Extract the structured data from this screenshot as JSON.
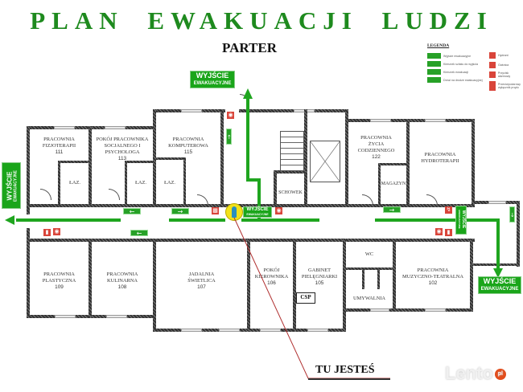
{
  "header": {
    "title": "PLAN EWAKUACJI LUDZI",
    "floor": "PARTER"
  },
  "legend": {
    "heading": "LEGENDA",
    "items": [
      {
        "icon": "exit-sign-icon",
        "label": "Wyjście ewakuacyjne",
        "color": "#27a127"
      },
      {
        "icon": "exit-direction-icon",
        "label": "Kierunek szlaku do wyjścia",
        "color": "#27a127"
      },
      {
        "icon": "evacuation-direction-icon",
        "label": "Kierunek ewakuacji",
        "color": "#27a127"
      },
      {
        "icon": "evacuation-door-icon",
        "label": "Drzwi na drodze ewakuacyjnej",
        "color": "#27a127"
      },
      {
        "icon": "hydrant-icon",
        "label": "Hydrant",
        "color": "#d9453a"
      },
      {
        "icon": "fire-extinguisher-icon",
        "label": "Gaśnica",
        "color": "#d9453a"
      },
      {
        "icon": "alarm-button-icon",
        "label": "Przycisk alarmowy",
        "color": "#d9453a"
      },
      {
        "icon": "power-switch-icon",
        "label": "Przeciwpożarowy wyłącznik prądu",
        "color": "#d9453a"
      }
    ]
  },
  "rooms": {
    "r111": {
      "name1": "PRACOWNIA",
      "name2": "FIZJOTERAPII",
      "num": "111"
    },
    "r113": {
      "name1": "POKÓJ PRACOWNIKA",
      "name2": "SOCJALNEGO I",
      "name3": "PSYCHOLOGA",
      "num": "113"
    },
    "r115": {
      "name1": "PRACOWNIA",
      "name2": "KOMPUTEROWA",
      "num": "115"
    },
    "r122": {
      "name1": "PRACOWNIA",
      "name2": "ŻYCIA",
      "name3": "CODZIENNEGO",
      "num": "122"
    },
    "hydro": {
      "name1": "PRACOWNIA",
      "name2": "HYDROTERAPII"
    },
    "laz1": "ŁAZ.",
    "laz2": "ŁAZ.",
    "laz3": "ŁAZ.",
    "schowek": "SCHOWEK",
    "magazyn": "MAGAZYN",
    "r109": {
      "name1": "PRACOWNIA",
      "name2": "PLASTYCZNA",
      "num": "109"
    },
    "r108": {
      "name1": "PRACOWNIA",
      "name2": "KULINARNA",
      "num": "108"
    },
    "r107": {
      "name1": "JADALNIA",
      "name2": "ŚWIETLICA",
      "num": "107"
    },
    "r106": {
      "name1": "POKÓJ",
      "name2": "KIEROWNIKA",
      "num": "106"
    },
    "r105": {
      "name1": "GABINET",
      "name2": "PIELĘGNIARKI",
      "num": "105"
    },
    "wc": "WC",
    "umywalnia": "UMYWALNIA",
    "r102": {
      "name1": "PRACOWNIA",
      "name2": "MUZYCZNO-TEATRALNA",
      "num": "102"
    },
    "csp": "CSP"
  },
  "exits": {
    "top": {
      "line1": "WYJŚCIE",
      "line2": "EWAKUACYJNE"
    },
    "left": {
      "line1": "WYJŚCIE",
      "line2": "EWAKUACYJNE"
    },
    "corridor": {
      "line1": "WYJŚCIE",
      "line2": "EWAKUACYJNE"
    },
    "right_small": {
      "line1": "WYJŚCIE",
      "line2": "EWAKUACYJNE"
    },
    "bottom_right": {
      "line1": "WYJŚCIE",
      "line2": "EWAKUACYJNE"
    }
  },
  "marker": {
    "you_are_here": "TU JESTEŚ",
    "color": "#f2e21a"
  },
  "colors": {
    "title": "#1e8a1e",
    "route": "#1fa51f",
    "safety": "#d9453a",
    "pointer_line": "#b03030"
  },
  "watermark": {
    "text": "Lento",
    "badge": "pl"
  }
}
